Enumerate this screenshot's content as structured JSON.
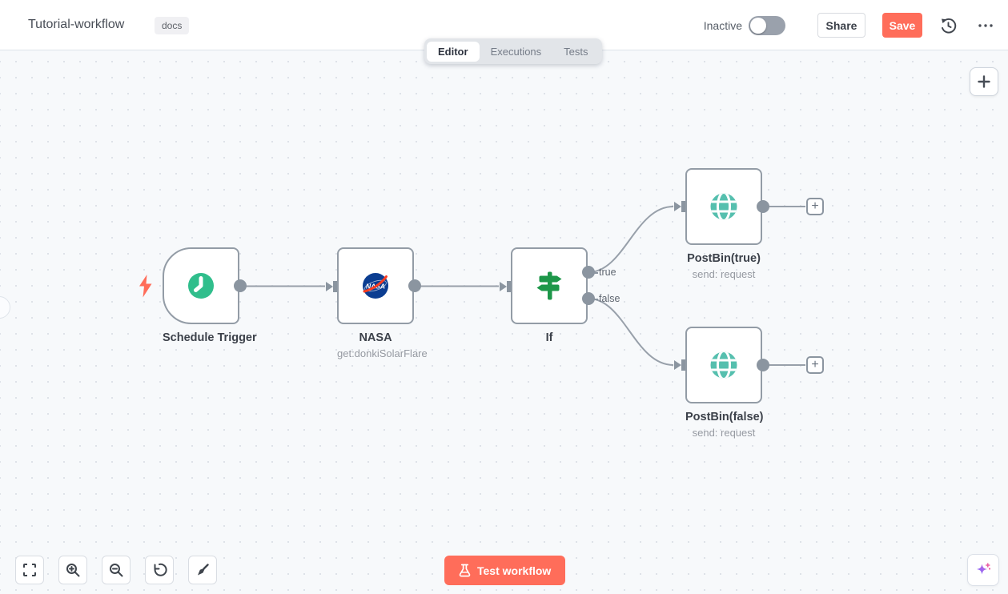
{
  "header": {
    "title": "Tutorial-workflow",
    "tag": "docs",
    "status": {
      "label": "Inactive",
      "enabled": false
    },
    "buttons": {
      "share": "Share",
      "save": "Save"
    }
  },
  "tabs": {
    "editor": "Editor",
    "executions": "Executions",
    "tests": "Tests",
    "active": "Editor"
  },
  "nodes": [
    {
      "name": "Schedule Trigger",
      "icon": "clock-icon"
    },
    {
      "name": "NASA",
      "subtitle": "get:donkiSolarFlare",
      "icon": "nasa-logo-icon",
      "logo_text": "NASA"
    },
    {
      "name": "If",
      "icon": "signpost-icon",
      "outputs": [
        "true",
        "false"
      ]
    },
    {
      "name": "PostBin(true)",
      "subtitle": "send: request",
      "icon": "globe-icon"
    },
    {
      "name": "PostBin(false)",
      "subtitle": "send: request",
      "icon": "globe-icon"
    }
  ],
  "footer": {
    "test_button": "Test workflow"
  },
  "colors": {
    "primary": "#ff6d5a",
    "trigger_green": "#30be8c",
    "if_green": "#1d9749",
    "globe_teal": "#55bfae",
    "connector_gray": "#8b95a0",
    "nasa_blue": "#0b3d91",
    "nasa_red": "#fc3d21"
  }
}
